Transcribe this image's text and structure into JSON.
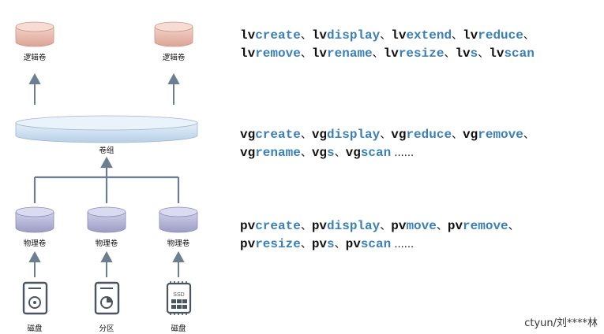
{
  "labels": {
    "lv": "逻辑卷",
    "vg": "卷组",
    "pv": "物理卷",
    "disk": "磁盘",
    "partition": "分区",
    "ssd": "SSD"
  },
  "lv_commands": [
    [
      [
        "lv",
        "create"
      ],
      [
        "lv",
        "display"
      ],
      [
        "lv",
        "extend"
      ],
      [
        "lv",
        "reduce"
      ]
    ],
    [
      [
        "lv",
        "remove"
      ],
      [
        "lv",
        "rename"
      ],
      [
        "lv",
        "resize"
      ],
      [
        "lv",
        "s"
      ],
      [
        "lv",
        "scan"
      ]
    ]
  ],
  "vg_commands": [
    [
      [
        "vg",
        "create"
      ],
      [
        "vg",
        "display"
      ],
      [
        "vg",
        "reduce"
      ],
      [
        "vg",
        "remove"
      ]
    ],
    [
      [
        "vg",
        "rename"
      ],
      [
        "vg",
        "s"
      ],
      [
        "vg",
        "scan"
      ]
    ]
  ],
  "pv_commands": [
    [
      [
        "pv",
        "create"
      ],
      [
        "pv",
        "display"
      ],
      [
        "pv",
        "move"
      ],
      [
        "pv",
        "remove"
      ]
    ],
    [
      [
        "pv",
        "resize"
      ],
      [
        "pv",
        "s"
      ],
      [
        "pv",
        "scan"
      ]
    ]
  ],
  "separator": "、",
  "ellipsis": "......",
  "watermark": "ctyun/刘****林",
  "colors": {
    "lv": "#e8b8a8",
    "vg": "#cfe0f0",
    "pv": "#b8b8d8",
    "arrow": "#6b7f90",
    "suffix": "#3a7fb8"
  }
}
